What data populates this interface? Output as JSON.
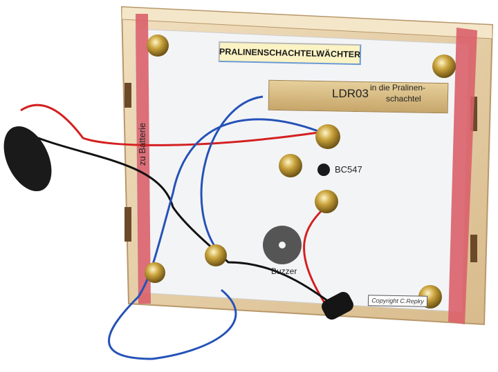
{
  "image": {
    "description": "Wooden chocolate box guard (Pralinenschachtelwächter) electronics kit with brass contact studs, wires, LDR, transistor, buzzer and 9V battery clip",
    "title_label": "PRALINENSCHACHTELWÄCHTER",
    "ldr_label": "LDR03",
    "ldr_note_line1": "in die Pralinen-",
    "ldr_note_line2": "schachtel",
    "battery_label": "zu Batterie",
    "transistor_label": "BC547",
    "buzzer_label": "Buzzer",
    "copyright_label": "Copyright C.Repky"
  },
  "colors": {
    "wood": "#e9d3ae",
    "wood_dark": "#c9a878",
    "board": "#f3f4f6",
    "rubber_band": "#d9606a",
    "brass": "#c9a23a",
    "wire_red": "#d42020",
    "wire_blue": "#2552b8",
    "wire_black": "#111111",
    "title_bg": "#fbf3c4",
    "title_border": "#6a9ad6"
  }
}
